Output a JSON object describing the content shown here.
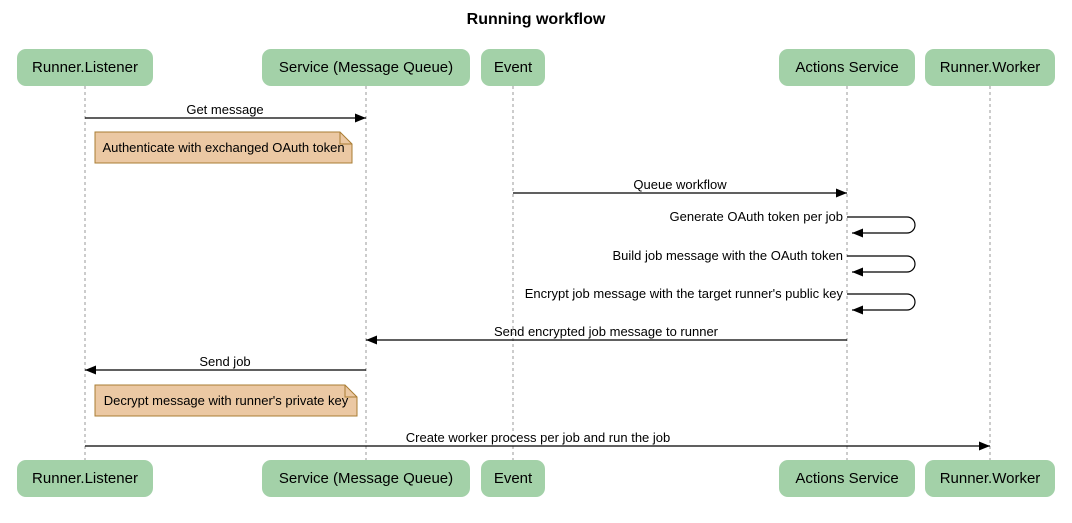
{
  "title": "Running workflow",
  "colors": {
    "background": "#ffffff",
    "actor_fill": "#a3d1a8",
    "note_fill": "#ebc8a3",
    "note_border": "#aa7d33",
    "lifeline": "#999999",
    "arrow": "#000000",
    "text_color": "#000000"
  },
  "actors": [
    {
      "label": "Runner.Listener"
    },
    {
      "label": "Service (Message Queue)"
    },
    {
      "label": "Event"
    },
    {
      "label": "Actions Service"
    },
    {
      "label": "Runner.Worker"
    }
  ],
  "messages": [
    {
      "from": "Runner.Listener",
      "to": "Service (Message Queue)",
      "kind": "arrow",
      "label": "Get message"
    },
    {
      "from": "Event",
      "to": "Actions Service",
      "kind": "arrow",
      "label": "Queue workflow"
    },
    {
      "from": "Actions Service",
      "to": "Actions Service",
      "kind": "self",
      "label": "Generate OAuth token per job"
    },
    {
      "from": "Actions Service",
      "to": "Actions Service",
      "kind": "self",
      "label": "Build job message with the OAuth token"
    },
    {
      "from": "Actions Service",
      "to": "Actions Service",
      "kind": "self",
      "label": "Encrypt job message with the target runner's public key"
    },
    {
      "from": "Actions Service",
      "to": "Service (Message Queue)",
      "kind": "arrow",
      "label": "Send encrypted job message to runner"
    },
    {
      "from": "Service (Message Queue)",
      "to": "Runner.Listener",
      "kind": "arrow",
      "label": "Send job"
    },
    {
      "from": "Runner.Listener",
      "to": "Runner.Worker",
      "kind": "arrow",
      "label": "Create worker process per job and run the job"
    }
  ],
  "notes": [
    {
      "attached_to": "Runner.Listener",
      "label": "Authenticate with exchanged OAuth token"
    },
    {
      "attached_to": "Runner.Listener",
      "label": "Decrypt message with runner's private key"
    }
  ]
}
